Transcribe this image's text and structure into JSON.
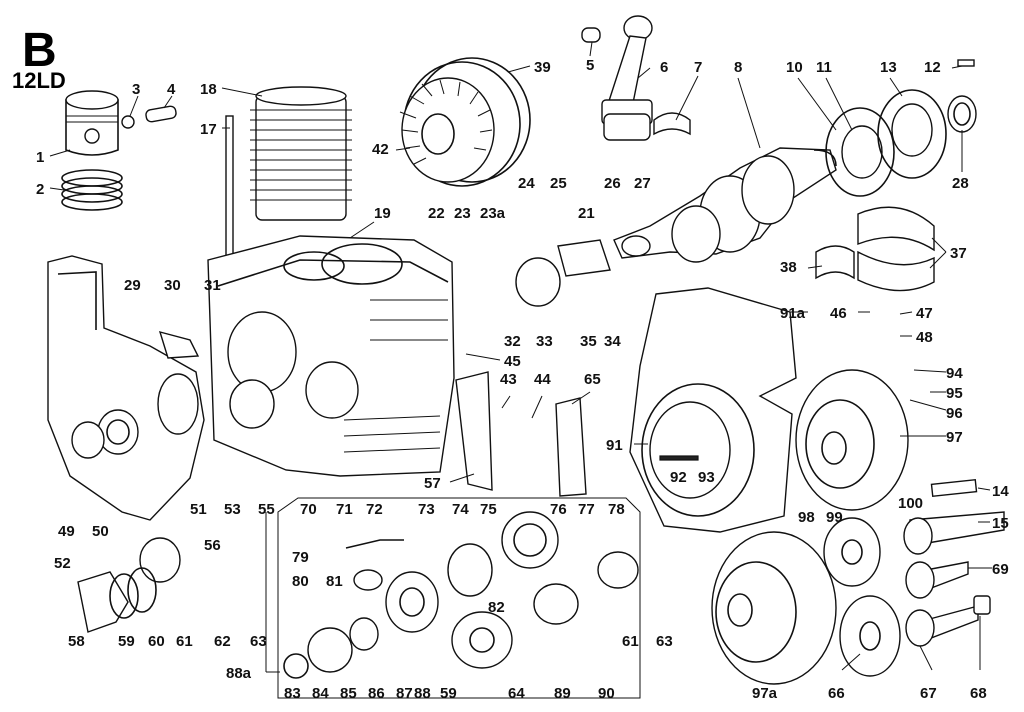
{
  "header": {
    "letter": "B",
    "model": "12LD"
  },
  "callouts": [
    {
      "id": "c1",
      "text": "1"
    },
    {
      "id": "c2",
      "text": "2"
    },
    {
      "id": "c3",
      "text": "3"
    },
    {
      "id": "c4",
      "text": "4"
    },
    {
      "id": "c5",
      "text": "5"
    },
    {
      "id": "c6",
      "text": "6"
    },
    {
      "id": "c7",
      "text": "7"
    },
    {
      "id": "c8",
      "text": "8"
    },
    {
      "id": "c10",
      "text": "10"
    },
    {
      "id": "c11",
      "text": "11"
    },
    {
      "id": "c12",
      "text": "12"
    },
    {
      "id": "c13",
      "text": "13"
    },
    {
      "id": "c14",
      "text": "14"
    },
    {
      "id": "c15",
      "text": "15"
    },
    {
      "id": "c17",
      "text": "17"
    },
    {
      "id": "c18",
      "text": "18"
    },
    {
      "id": "c19",
      "text": "19"
    },
    {
      "id": "c21",
      "text": "21"
    },
    {
      "id": "c22",
      "text": "22"
    },
    {
      "id": "c23",
      "text": "23"
    },
    {
      "id": "c23a",
      "text": "23a"
    },
    {
      "id": "c24",
      "text": "24"
    },
    {
      "id": "c25",
      "text": "25"
    },
    {
      "id": "c26",
      "text": "26"
    },
    {
      "id": "c27",
      "text": "27"
    },
    {
      "id": "c28",
      "text": "28"
    },
    {
      "id": "c29",
      "text": "29"
    },
    {
      "id": "c30",
      "text": "30"
    },
    {
      "id": "c31",
      "text": "31"
    },
    {
      "id": "c32",
      "text": "32"
    },
    {
      "id": "c33",
      "text": "33"
    },
    {
      "id": "c34",
      "text": "34"
    },
    {
      "id": "c35",
      "text": "35"
    },
    {
      "id": "c37",
      "text": "37"
    },
    {
      "id": "c38",
      "text": "38"
    },
    {
      "id": "c39",
      "text": "39"
    },
    {
      "id": "c42",
      "text": "42"
    },
    {
      "id": "c43",
      "text": "43"
    },
    {
      "id": "c44",
      "text": "44"
    },
    {
      "id": "c45",
      "text": "45"
    },
    {
      "id": "c46",
      "text": "46"
    },
    {
      "id": "c47",
      "text": "47"
    },
    {
      "id": "c48",
      "text": "48"
    },
    {
      "id": "c49",
      "text": "49"
    },
    {
      "id": "c50",
      "text": "50"
    },
    {
      "id": "c51",
      "text": "51"
    },
    {
      "id": "c52",
      "text": "52"
    },
    {
      "id": "c53",
      "text": "53"
    },
    {
      "id": "c55",
      "text": "55"
    },
    {
      "id": "c56",
      "text": "56"
    },
    {
      "id": "c57",
      "text": "57"
    },
    {
      "id": "c58",
      "text": "58"
    },
    {
      "id": "c59a",
      "text": "59"
    },
    {
      "id": "c60",
      "text": "60"
    },
    {
      "id": "c61a",
      "text": "61"
    },
    {
      "id": "c62",
      "text": "62"
    },
    {
      "id": "c63a",
      "text": "63"
    },
    {
      "id": "c64",
      "text": "64"
    },
    {
      "id": "c65",
      "text": "65"
    },
    {
      "id": "c66",
      "text": "66"
    },
    {
      "id": "c67",
      "text": "67"
    },
    {
      "id": "c68",
      "text": "68"
    },
    {
      "id": "c69",
      "text": "69"
    },
    {
      "id": "c70",
      "text": "70"
    },
    {
      "id": "c71",
      "text": "71"
    },
    {
      "id": "c72",
      "text": "72"
    },
    {
      "id": "c73",
      "text": "73"
    },
    {
      "id": "c74",
      "text": "74"
    },
    {
      "id": "c75",
      "text": "75"
    },
    {
      "id": "c76",
      "text": "76"
    },
    {
      "id": "c77",
      "text": "77"
    },
    {
      "id": "c78",
      "text": "78"
    },
    {
      "id": "c79",
      "text": "79"
    },
    {
      "id": "c80",
      "text": "80"
    },
    {
      "id": "c81",
      "text": "81"
    },
    {
      "id": "c82",
      "text": "82"
    },
    {
      "id": "c83",
      "text": "83"
    },
    {
      "id": "c84",
      "text": "84"
    },
    {
      "id": "c85",
      "text": "85"
    },
    {
      "id": "c86",
      "text": "86"
    },
    {
      "id": "c87",
      "text": "87"
    },
    {
      "id": "c88",
      "text": "88"
    },
    {
      "id": "c88a",
      "text": "88a"
    },
    {
      "id": "c59b",
      "text": "59"
    },
    {
      "id": "c89",
      "text": "89"
    },
    {
      "id": "c90",
      "text": "90"
    },
    {
      "id": "c61b",
      "text": "61"
    },
    {
      "id": "c63b",
      "text": "63"
    },
    {
      "id": "c91",
      "text": "91"
    },
    {
      "id": "c91a",
      "text": "91a"
    },
    {
      "id": "c92",
      "text": "92"
    },
    {
      "id": "c93",
      "text": "93"
    },
    {
      "id": "c94",
      "text": "94"
    },
    {
      "id": "c95",
      "text": "95"
    },
    {
      "id": "c96",
      "text": "96"
    },
    {
      "id": "c97",
      "text": "97"
    },
    {
      "id": "c97a",
      "text": "97a"
    },
    {
      "id": "c98",
      "text": "98"
    },
    {
      "id": "c99",
      "text": "99"
    },
    {
      "id": "c100",
      "text": "100"
    }
  ]
}
